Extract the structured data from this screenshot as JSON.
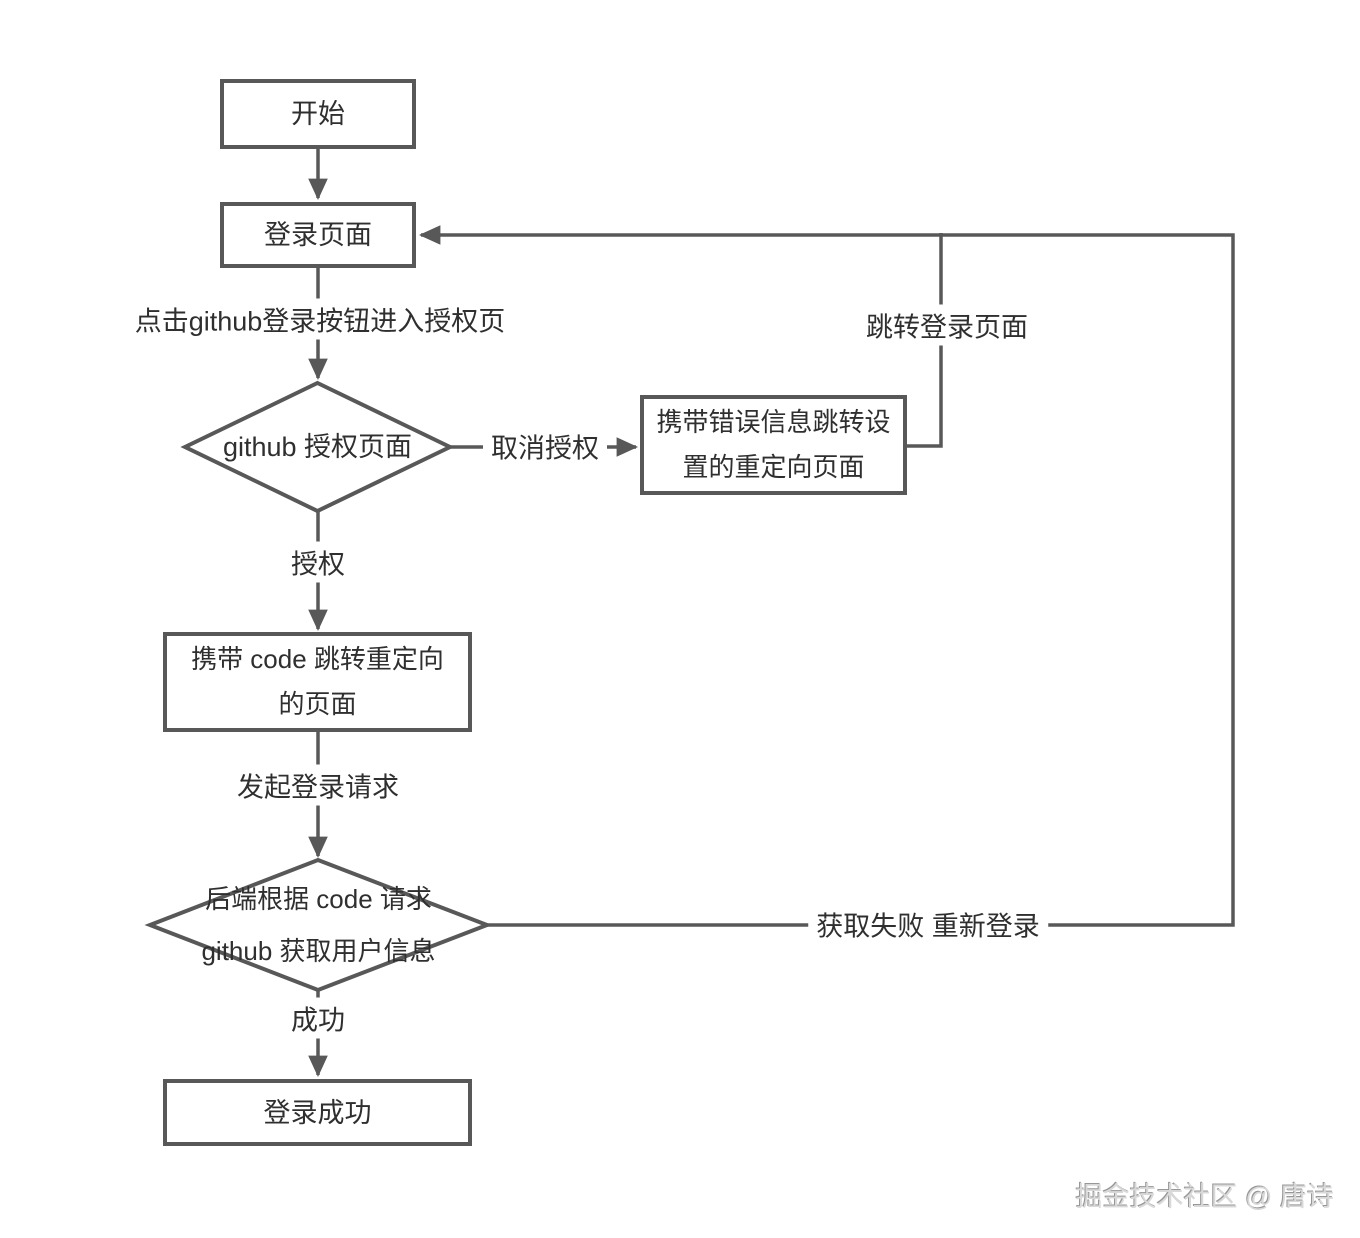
{
  "nodes": {
    "start": {
      "label": "开始"
    },
    "login_page": {
      "label": "登录页面"
    },
    "github_auth": {
      "label": "github 授权页面"
    },
    "error_redirect": {
      "lines": [
        "携带错误信息跳转设",
        "置的重定向页面"
      ]
    },
    "code_redirect": {
      "lines": [
        "携带 code 跳转重定向",
        "的页面"
      ]
    },
    "backend_fetch": {
      "lines": [
        "后端根据 code 请求",
        "github 获取用户信息"
      ]
    },
    "login_success": {
      "label": "登录成功"
    }
  },
  "edges": {
    "click_github": "点击github登录按钮进入授权页",
    "cancel_auth": "取消授权",
    "jump_login": "跳转登录页面",
    "authorize": "授权",
    "send_login_request": "发起登录请求",
    "fetch_fail": "获取失败 重新登录",
    "success": "成功"
  },
  "watermark": "掘金技术社区 @ 唐诗",
  "colors": {
    "line": "#585858",
    "text": "#2f2f2f",
    "watermark": "#d9d9d9",
    "background": "#ffffff"
  }
}
